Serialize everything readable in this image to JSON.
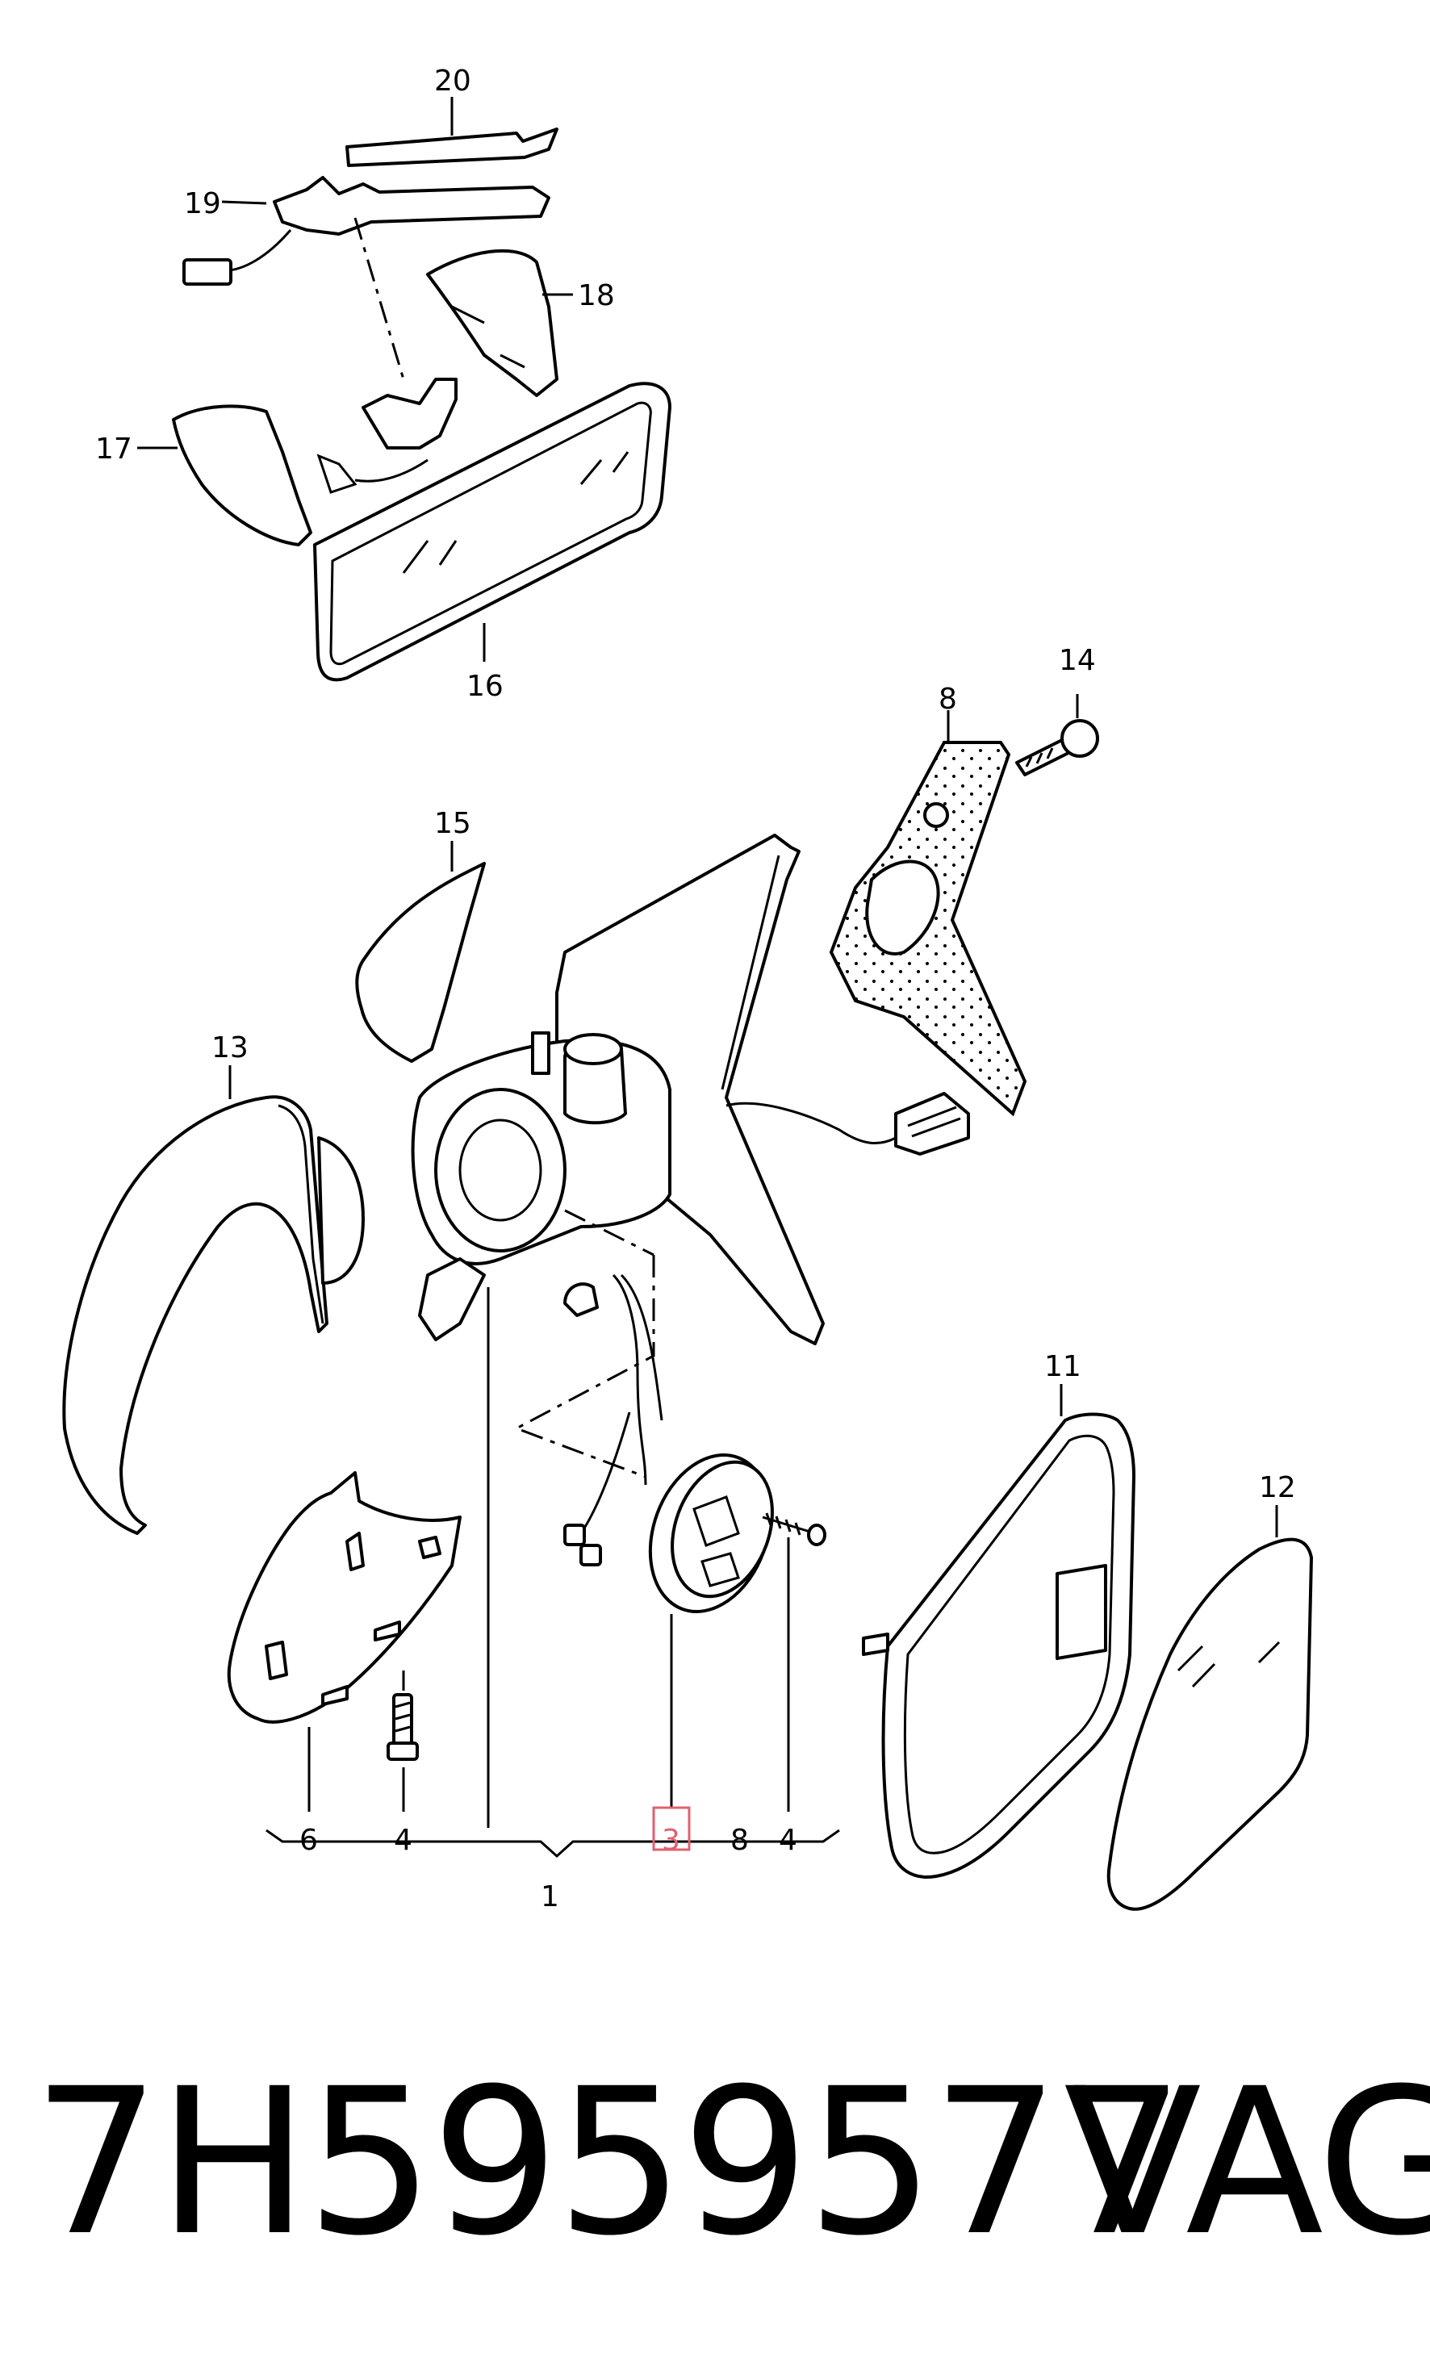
{
  "diagram": {
    "callouts": {
      "c20": "20",
      "c19": "19",
      "c18": "18",
      "c17": "17",
      "c16": "16",
      "c14": "14",
      "c8top": "8",
      "c15": "15",
      "c13": "13",
      "c11": "11",
      "c12": "12",
      "c6": "6",
      "c4a": "4",
      "c3": "3",
      "c8bottom": "8",
      "c4b": "4",
      "c1": "1"
    },
    "highlight_color": "#e06070"
  },
  "footer": {
    "part_number": "7H5959577",
    "brand": "VAG"
  }
}
